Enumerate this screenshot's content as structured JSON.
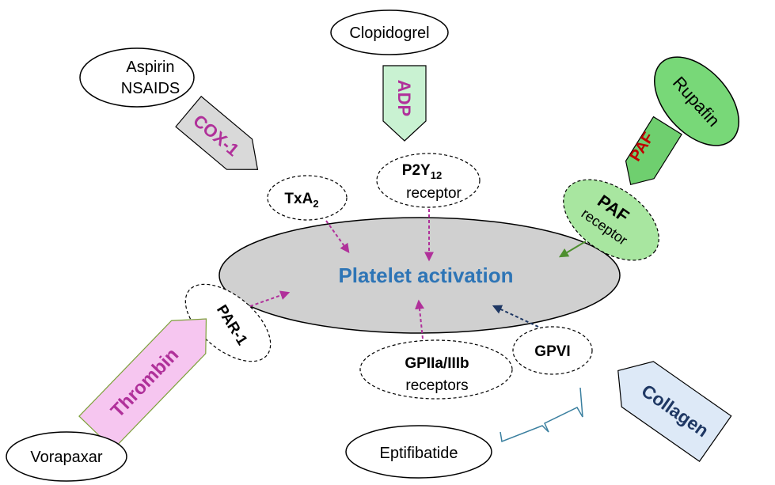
{
  "center": {
    "label": "Platelet activation"
  },
  "drugs": {
    "aspirin": {
      "line1": "Aspirin",
      "line2": "NSAIDS"
    },
    "clopidogrel": "Clopidogrel",
    "rupafin": "Rupafin",
    "vorapaxar": "Vorapaxar",
    "eptifibatide": "Eptifibatide"
  },
  "agonists": {
    "cox1": "COX-1",
    "adp": "ADP",
    "paf": "PAF",
    "thrombin": "Thrombin",
    "collagen": "Collagen"
  },
  "receptors": {
    "txa2": {
      "base": "TxA",
      "sub": "2"
    },
    "p2y12": {
      "base": "P2Y",
      "sub": "12",
      "line2": "receptor"
    },
    "paf_receptor": {
      "line1": "PAF",
      "line2": "receptor"
    },
    "par1": "PAR-1",
    "gpiib": {
      "line1": "GPIIa/IIIb",
      "line2": "receptors"
    },
    "gpvi": "GPVI"
  },
  "colors": {
    "magenta": "#b0309a",
    "blue_text": "#2e75b6",
    "navy": "#1f3864",
    "red": "#c00000",
    "green_arrow": "#4e8f2f",
    "ellipse_gray": "#d0d0d0",
    "cox_gray": "#d9d9d9",
    "adp_green": "#c9f2d2",
    "paf_green": "#6fcf6f",
    "rupafin_green": "#78d878",
    "paf_receptor_green": "#a8e6a0",
    "thrombin_pink": "#f6c6f0",
    "collagen_blue": "#dde9f7",
    "bracket_teal": "#3a7f9f"
  }
}
